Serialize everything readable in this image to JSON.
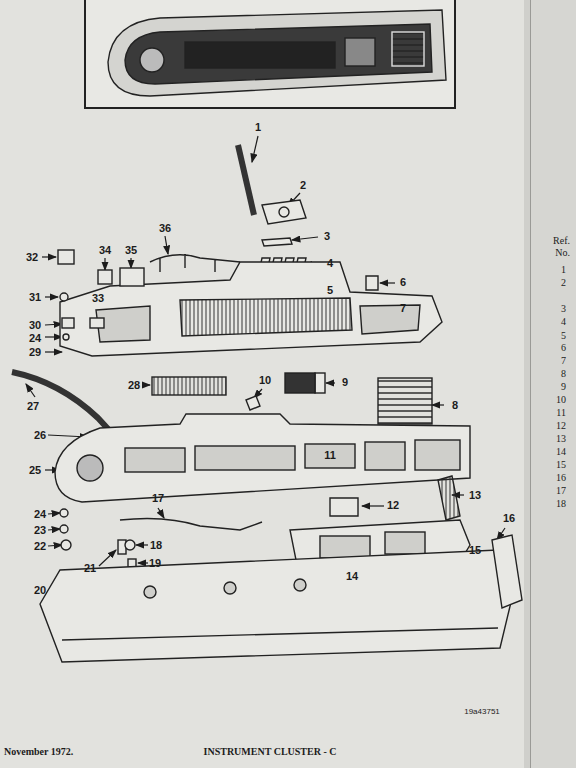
{
  "diagram": {
    "labels": [
      "1",
      "2",
      "3",
      "4",
      "5",
      "6",
      "7",
      "8",
      "9",
      "10",
      "11",
      "12",
      "13",
      "14",
      "15",
      "16",
      "17",
      "18",
      "19",
      "20",
      "21",
      "22",
      "23",
      "24",
      "25",
      "26",
      "27",
      "28",
      "29",
      "30",
      "31",
      "32",
      "33",
      "34",
      "35",
      "36",
      "24",
      "Ref.",
      "No.",
      "1",
      "2",
      "3",
      "4",
      "5",
      "6",
      "7",
      "8",
      "9",
      "10",
      "11",
      "12",
      "13",
      "14",
      "15",
      "16",
      "17",
      "18",
      "November 1972.",
      "INSTRUMENT CLUSTER - C",
      "19a43751"
    ]
  }
}
